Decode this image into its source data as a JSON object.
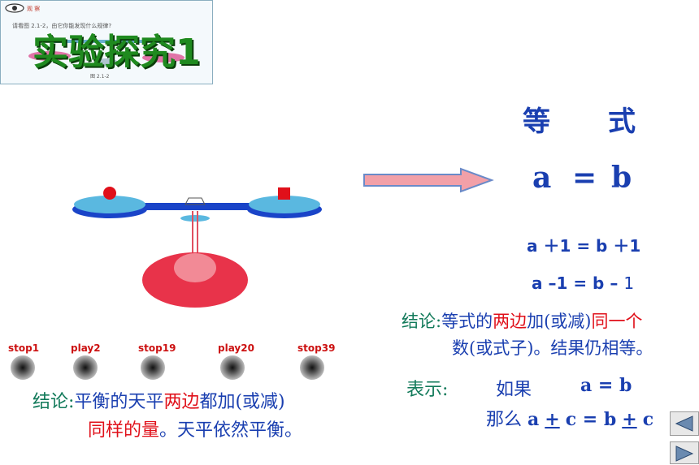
{
  "thumbnail": {
    "tag": "观 察",
    "caption": "请看图 2.1-2，由它你能发现什么规律?",
    "figure_label": "图 2.1-2"
  },
  "title": "实验探究1",
  "equation_panel": {
    "heading_left": "等",
    "heading_right": "式",
    "main_a": "a",
    "main_eq": "=",
    "main_b": "b",
    "formula_add": "a ＋1 =  b ＋1",
    "formula_sub_left": "a –1 =  b – ",
    "formula_sub_right": "1"
  },
  "conclusion_right": {
    "label": "结论:",
    "part1": "等式的",
    "part2": "两边",
    "part3": "加(或减)",
    "part4": "同一个",
    "line2": "数(或式子)。结果仍相等。"
  },
  "representation": {
    "label": "表示:",
    "if_word": "如果",
    "if_expr": "a  =  b",
    "then_word": "那么",
    "then_a": "a",
    "then_pm1": "+",
    "then_c1": "c = b",
    "then_pm2": "+",
    "then_c2": "c"
  },
  "controls": [
    {
      "label": "stop1"
    },
    {
      "label": "play2"
    },
    {
      "label": "stop19"
    },
    {
      "label": "play20"
    },
    {
      "label": "stop39"
    }
  ],
  "conclusion_left": {
    "label": "结论:",
    "part1": "平衡的天平",
    "part2": "两边",
    "part3": "都加(或减)",
    "line2_red": "同样的量",
    "line2_rest": "。天平依然平衡。"
  },
  "colors": {
    "title_green": "#1f8a1f",
    "formula_blue": "#1a3fb0",
    "emphasis_red": "#e0101a",
    "label_green": "#127a5a",
    "arrow_fill": "#f2a0a8"
  },
  "icons": {
    "nav_prev": "triangle-left-icon",
    "nav_next": "triangle-right-icon"
  }
}
